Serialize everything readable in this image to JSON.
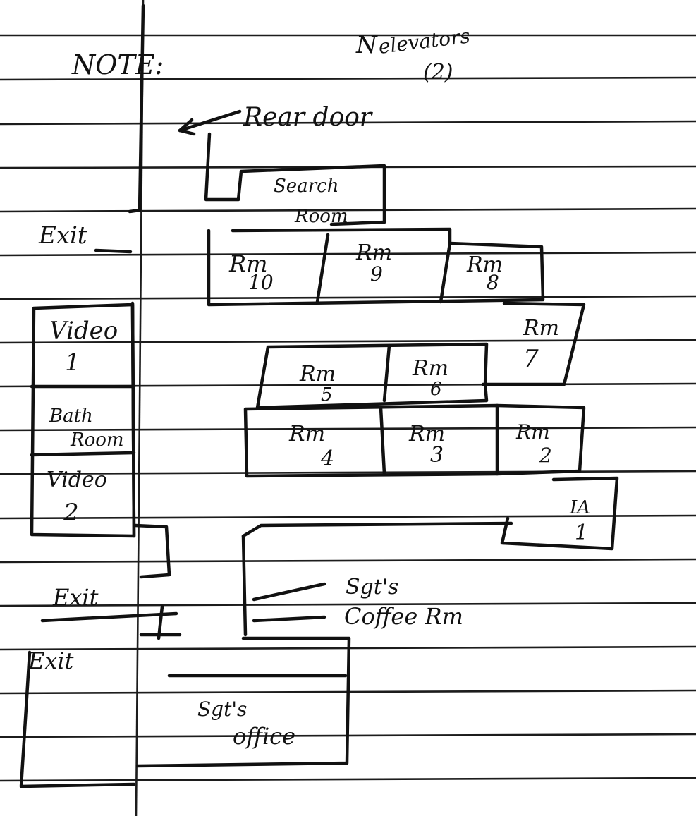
{
  "note": {
    "heading": "NOTE:",
    "elevators": "elevators",
    "elevators_count": "(2)",
    "north_mark": "N"
  },
  "labels": {
    "rear_door": "Rear door",
    "search_room": [
      "Search",
      "Room"
    ],
    "exit_top": "Exit",
    "exit_middle": "Exit",
    "exit_bottom": "Exit",
    "sgts": "Sgt's",
    "coffee_rm": "Coffee Rm",
    "sgts_office": [
      "Sgt's",
      "office"
    ]
  },
  "rooms": [
    {
      "id": "video-1",
      "line1": "Video",
      "line2": "1"
    },
    {
      "id": "bathroom",
      "line1": "Bath",
      "line2": "Room"
    },
    {
      "id": "video-2",
      "line1": "Video",
      "line2": "2"
    },
    {
      "id": "rm-10",
      "line1": "Rm",
      "line2": "10"
    },
    {
      "id": "rm-9",
      "line1": "Rm",
      "line2": "9"
    },
    {
      "id": "rm-8",
      "line1": "Rm",
      "line2": "8"
    },
    {
      "id": "rm-7",
      "line1": "Rm",
      "line2": "7"
    },
    {
      "id": "rm-6",
      "line1": "Rm",
      "line2": "6"
    },
    {
      "id": "rm-5",
      "line1": "Rm",
      "line2": "5"
    },
    {
      "id": "rm-4",
      "line1": "Rm",
      "line2": "4"
    },
    {
      "id": "rm-3",
      "line1": "Rm",
      "line2": "3"
    },
    {
      "id": "rm-2",
      "line1": "Rm",
      "line2": "2"
    },
    {
      "id": "ia-1",
      "line1": "IA",
      "line2": "1"
    }
  ]
}
